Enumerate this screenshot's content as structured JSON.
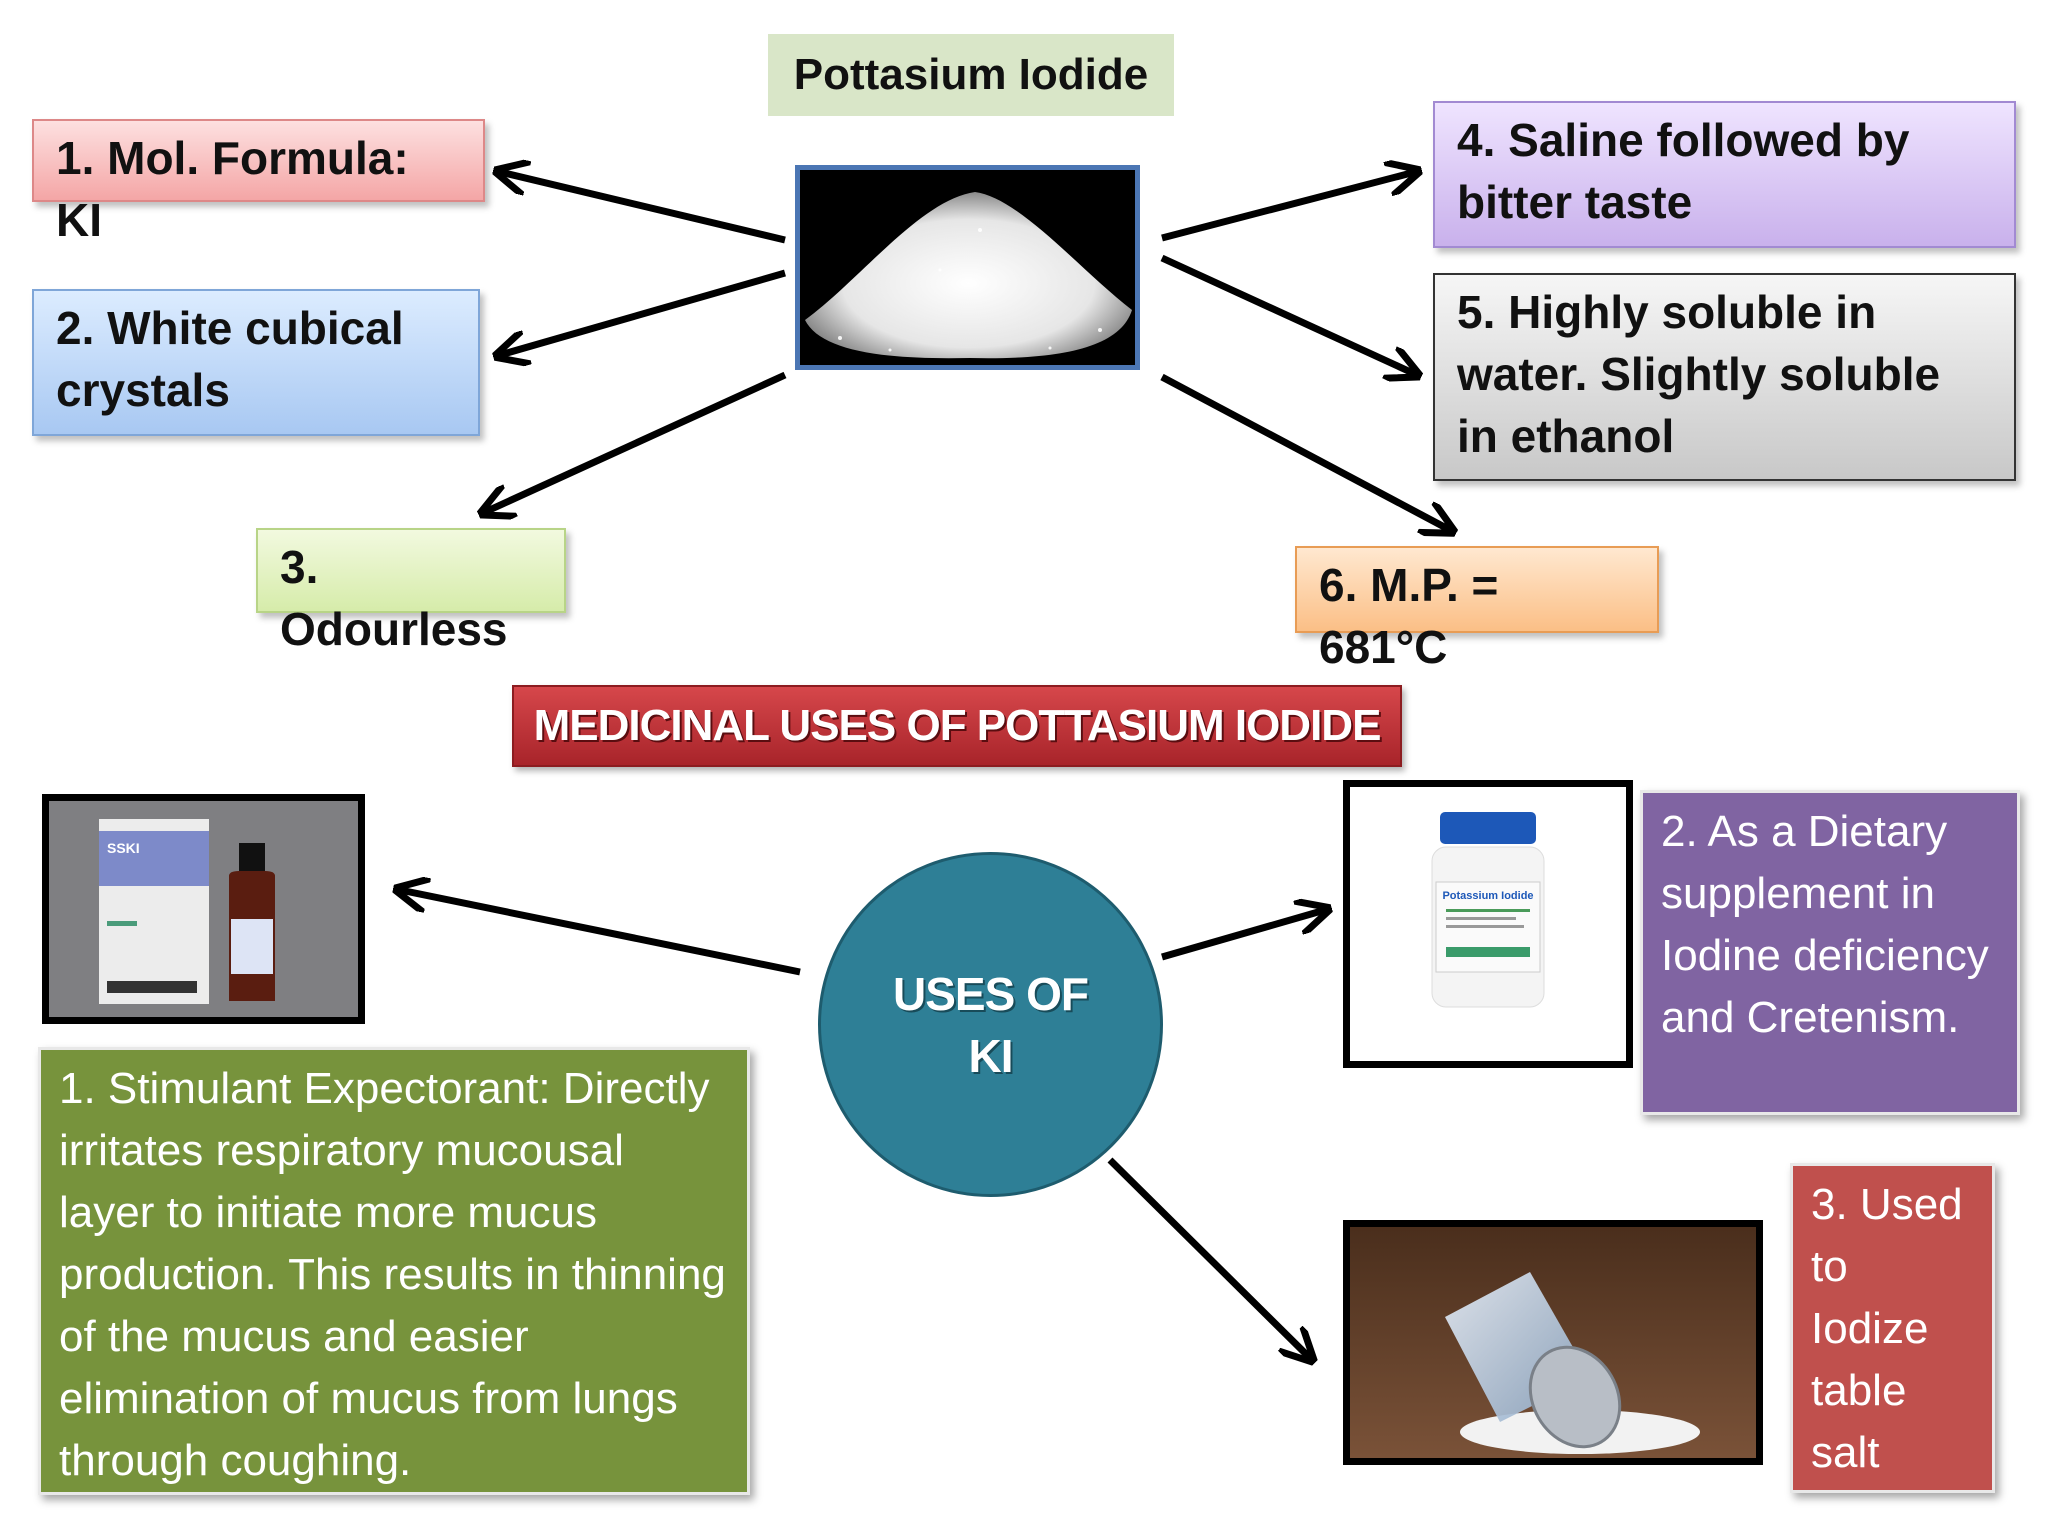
{
  "title": "Pottasium Iodide",
  "properties": [
    {
      "id": 1,
      "text": "1. Mol. Formula: KI"
    },
    {
      "id": 2,
      "text": "2. White cubical crystals"
    },
    {
      "id": 3,
      "text": "3. Odourless"
    },
    {
      "id": 4,
      "text": "4. Saline followed by bitter taste"
    },
    {
      "id": 5,
      "text": "5. Highly soluble in water. Slightly soluble in ethanol"
    },
    {
      "id": 6,
      "text": "6. M.P. = 681°C"
    }
  ],
  "banner": "MEDICINAL USES OF POTTASIUM IODIDE",
  "hub": {
    "line1": "USES OF",
    "line2": "KI"
  },
  "uses": [
    {
      "id": 1,
      "text": "1. Stimulant Expectorant: Directly irritates respiratory mucousal layer to initiate more mucus production. This results in thinning of the mucus and easier elimination of mucus from lungs through coughing."
    },
    {
      "id": 2,
      "text": "2. As a Dietary supplement in Iodine deficiency and Cretenism."
    },
    {
      "id": 3,
      "text": "3. Used to Iodize table salt"
    }
  ],
  "images": {
    "main": "potassium-iodide-powder-photo",
    "use1": "sski-bottle-and-box-photo",
    "use2": "potassium-iodide-supplement-bottle-photo",
    "use3": "salt-shaker-photo"
  },
  "image_text": {
    "sski_label": "SSKI",
    "bottle_label": "Potassium Iodide"
  },
  "colors": {
    "banner": "#c0343a",
    "hub": "#2e7f96",
    "use1": "#77933c",
    "use2": "#8064a2",
    "use3": "#c0504d",
    "frame_main": "#4b76b4"
  }
}
